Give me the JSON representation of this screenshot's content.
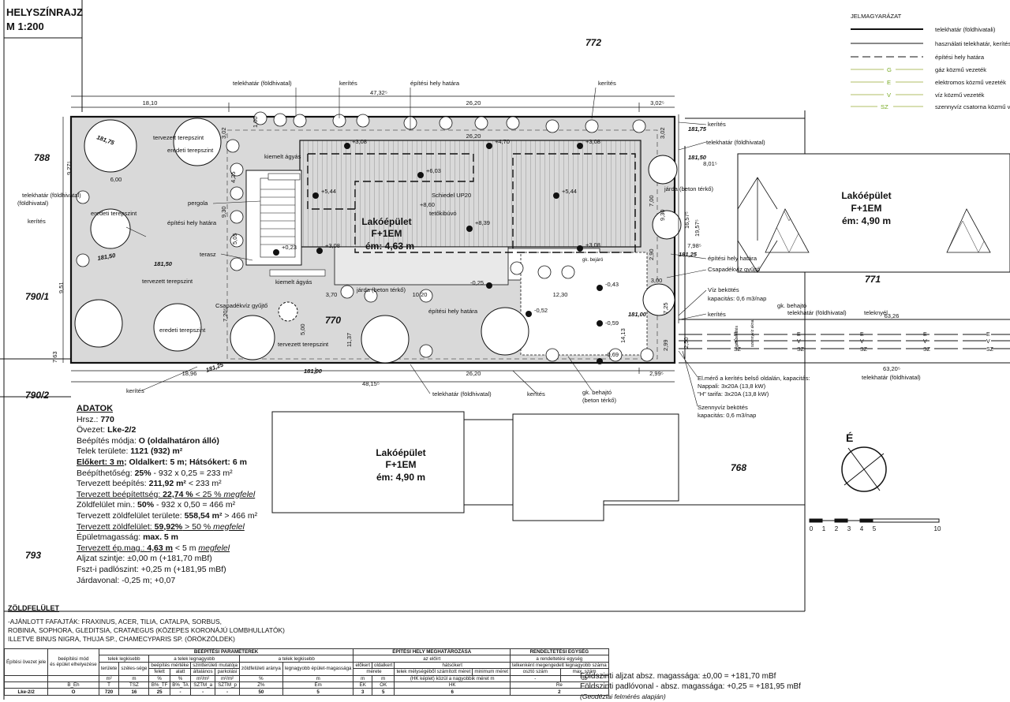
{
  "title": {
    "line1": "HELYSZÍNRAJZ",
    "line2": "M 1:200"
  },
  "legend": {
    "header": "JELMAGYARÁZAT",
    "items": [
      {
        "label": "telekhatár (földhivatali)",
        "code": ""
      },
      {
        "label": "használati telekhatár, kerítés",
        "code": ""
      },
      {
        "label": "építési hely határa",
        "code": ""
      },
      {
        "label": "gáz közmű vezeték",
        "code": "G"
      },
      {
        "label": "elektromos közmű vezeték",
        "code": "E"
      },
      {
        "label": "víz közmű vezeték",
        "code": "V"
      },
      {
        "label": "szennyvíz csatorna közmű vezeték",
        "code": "SZ"
      }
    ]
  },
  "parcels": {
    "p772": "772",
    "p788": "788",
    "p790_1": "790/1",
    "p790_2": "790/2",
    "p793": "793",
    "p770": "770",
    "p771": "771",
    "p768": "768"
  },
  "buildings": {
    "main": {
      "name": "Lakóépület",
      "floors": "F+1EM",
      "height": "ém: 4,63 m"
    },
    "right": {
      "name": "Lakóépület",
      "floors": "F+1EM",
      "height": "ém: 4,90 m"
    },
    "bottom": {
      "name": "Lakóépület",
      "floors": "F+1EM",
      "height": "ém: 4,90 m"
    }
  },
  "dimensions": {
    "top_total": "47,32⁵",
    "top_a": "18,10",
    "top_b": "26,20",
    "top_c": "3,02⁵",
    "bot_total": "48,15⁵",
    "bot_a": "18,96",
    "bot_b": "26,20",
    "bot_c": "2,99⁵",
    "left_a": "9,27⁵",
    "left_b": "9,51",
    "left_c": "7,63",
    "d_600": "6,00",
    "d_370": "3,70",
    "d_1020": "10,20",
    "d_1230": "12,30",
    "d_1137": "11,37",
    "d_1413": "14,13",
    "d_500": "5,00",
    "d_720": "7,20⁵",
    "d_505": "5,05",
    "d_930a": "9,30",
    "d_425": "4,25",
    "d_100": "1,00",
    "d_302a": "3,02",
    "d_302b": "3,02",
    "d_700": "7,00",
    "d_930b": "9,30",
    "d_1657": "16,57⁵",
    "d_1957": "19,57⁵",
    "d_801": "8,01⁵",
    "d_798": "7,98⁵",
    "d_300": "3,00",
    "d_725": "7,25",
    "d_299": "2,99",
    "d_250": "2,50",
    "d_6326": "63,26",
    "d_6320": "63,20⁵",
    "d_2620c": "26,20",
    "d_290": "2,90"
  },
  "levels": {
    "l308a": "+3,08",
    "l470": "+4,70",
    "l308b": "+3,08",
    "l603": "+6,03",
    "l544a": "+5,44",
    "l544b": "+5,44",
    "l860": "+8,60",
    "l839": "+8,39",
    "l023": "+0,23",
    "l308c": "+3,08",
    "l308d": "+3,08",
    "m025": "-0,25",
    "m043": "-0,43",
    "m052": "-0,52",
    "m059": "-0,59",
    "m069": "-0,69"
  },
  "elevations": {
    "e18175a": "181,75",
    "e18150a": "181,50",
    "e18175b": "181,75",
    "e18150b": "181,50",
    "e18125a": "181,25",
    "e18100a": "181,00",
    "e18125b": "181,25",
    "e18100b": "181,00"
  },
  "labels": {
    "telekhatar_fh": "telekhatár (földhivatal)",
    "kerites": "kerítés",
    "epitesi_hely_hatara": "építési hely határa",
    "tervezett_terepszint": "tervezett terepszint",
    "eredeti_terepszint": "eredeti terepszint",
    "kiemelt_agyas": "kiemelt ágyás",
    "pergola": "pergola",
    "terasz": "terasz",
    "jarda": "járda (beton térkő)",
    "schiedel": "Schiedel UP20",
    "tetokibuvo": "tetőkibúvó",
    "csapadek": "Csapadékvíz gyűjtő",
    "csapadek2": "Csapadékvíz gyűjtő",
    "telekhatar_fh2": "telekhatár\n(földhivatal)",
    "gk_bejaro": "gk. bejáró",
    "gk_behajto": "gk. behajtó",
    "gk_behajto_beton": "gk. behajtó\n(beton térkő)",
    "teleknyel": "teleknyél",
    "viz_bekotes": "Víz bekötés",
    "viz_kap": "kapacitás: 0,6 m3/nap",
    "elmero": "El.mérő a kerítés belső oldalán, kapacitás:",
    "nappali": "Nappali: 3x20A (13,8 kW)",
    "htarifa": "\"H\" tarifa: 3x20A (13,8 kW)",
    "szennyviz": "Szennyvíz bekötés",
    "szennyviz_kap": "kapacitás: 0,6 m3/nap",
    "north": "É",
    "gaz_bekotes": "gáz bekötés",
    "szennyviz_akna": "szennyvíz akna"
  },
  "scale": {
    "ticks": [
      "0",
      "1",
      "2",
      "3",
      "4",
      "5",
      "10"
    ]
  },
  "data_block": {
    "header": "ADATOK",
    "hrsz": "Hrsz.: ",
    "hrsz_v": "770",
    "ovezet": "Övezet: ",
    "ovezet_v": "Lke-2/2",
    "mod": "Beépítés módja: ",
    "mod_v": "O (oldalhatáron álló)",
    "terulet": "Telek területe: ",
    "terulet_v": "1121 (932) m²",
    "elokert": "Előkert: 3 m",
    "oldalkert": "; Oldalkert: 5 m",
    "hatsokert": "; Hátsókert: 6 m",
    "beep": "Beépíthetőség: ",
    "beep_v": "25%",
    "beep_r": "  -  932 x 0,25 = 233 m²",
    "tb": "Tervezett beépítés:  ",
    "tb_v": "211,92 m²",
    "tb_r": " < 233 m²",
    "tbs": "Tervezett beépítettség: ",
    "tbs_v": "22,74 %",
    "tbs_r": " < 25 % ",
    "tbs_m": "megfelel",
    "zmin": "Zöldfelület min.: ",
    "zmin_v": "50%",
    "zmin_r": "  -  932 x 0,50 = 466 m²",
    "tz": "Tervezett zöldfelület területe: ",
    "tz_v": "558,54 m²",
    "tz_r": " > 466 m²",
    "tzf": "Tervezett zöldfelület: ",
    "tzf_v": "59,92%",
    "tzf_r": " > 50 % ",
    "tzf_m": "megfelel",
    "em": "Épületmagasság: ",
    "em_v": "max. 5 m",
    "tem": "Tervezett ép.mag.:  ",
    "tem_v": "4,63 m",
    "tem_r": " < 5 m ",
    "tem_m": "megfelel",
    "aljzat": "Aljzat szintje:  ±0,00 m (+181,70 mBf)",
    "fszt": "Fszt-i padlószint: +0,25 m (+181,95 mBf)",
    "jarda": "Járdavonal:  -0,25 m; +0,07"
  },
  "green": {
    "header": "ZÖLDFELÜLET",
    "l1": "-AJÁNLOTT FAFAJTÁK: FRAXINUS, ACER, TILIA, CATALPA, SORBUS,",
    "l2": "ROBINIA, SOPHORA, GLEDITSIA, CRATAEGUS (KÖZEPES KORONÁJÚ LOMBHULLATÓK)",
    "l3": "ILLETVE BINUS NIGRA, THUJA SP., CHAMECYPARIS SP. (ÖRÖKZÖLDEK)"
  },
  "table": {
    "r0": [
      "beépítési mód",
      "BEÉPÍTÉSI PARAMÉTEREK",
      "ÉPÍTÉSI HELY MEGHATÁROZÁSA",
      "RENDELTETÉSI EGYSÉG"
    ],
    "r1": [
      "telek legkisebb",
      "a telek legnagyobb",
      "a telek legkisebb",
      "az előírt",
      "a rendeltetési egység"
    ],
    "r2": [
      "beépítés mértéke",
      "szintterületi mutatója",
      "zöldfelületi aránya",
      "legnagyobb épület-magassága",
      "előkert",
      "oldalkert",
      "hátsókert",
      "telkenként megengedett legnagyobb száma"
    ],
    "r3": [
      "Építési övezet jele",
      "és épület elhelyezése",
      "területe",
      "széles-sége",
      "felett",
      "alatt",
      "általános",
      "parkolási",
      "mérete",
      "telek mélységéből számított méret",
      "minimum méret",
      "közül a nagyobbik méret",
      "osztó szám",
      "max. szám"
    ],
    "r4": [
      "m²",
      "m",
      "%",
      "%",
      "m²/m²",
      "m²/m²",
      "%",
      "m",
      "m",
      "m",
      "(HK képlet)",
      "m",
      "-",
      "db"
    ],
    "r5": [
      "B_Éh",
      "T",
      "TSZ",
      "B%_TF",
      "B%_TA",
      "SZTM_a",
      "SZTM_p",
      "Z%",
      "Ém",
      "EK",
      "OK",
      "HK",
      "Re"
    ],
    "r6": [
      "Lke-2/2",
      "O",
      "720",
      "16",
      "25",
      "-",
      "-",
      "-",
      "50",
      "5",
      "3",
      "5",
      "6",
      "2"
    ]
  },
  "notes": {
    "n1": "Földszinti aljzat absz. magassága:  ±0,00 = +181,70 mBf",
    "n2": "Földszinti padlóvonal - absz. magassága: +0,25 = +181,95 mBf",
    "n3": "(Geodéziai felmérés alapján)"
  }
}
